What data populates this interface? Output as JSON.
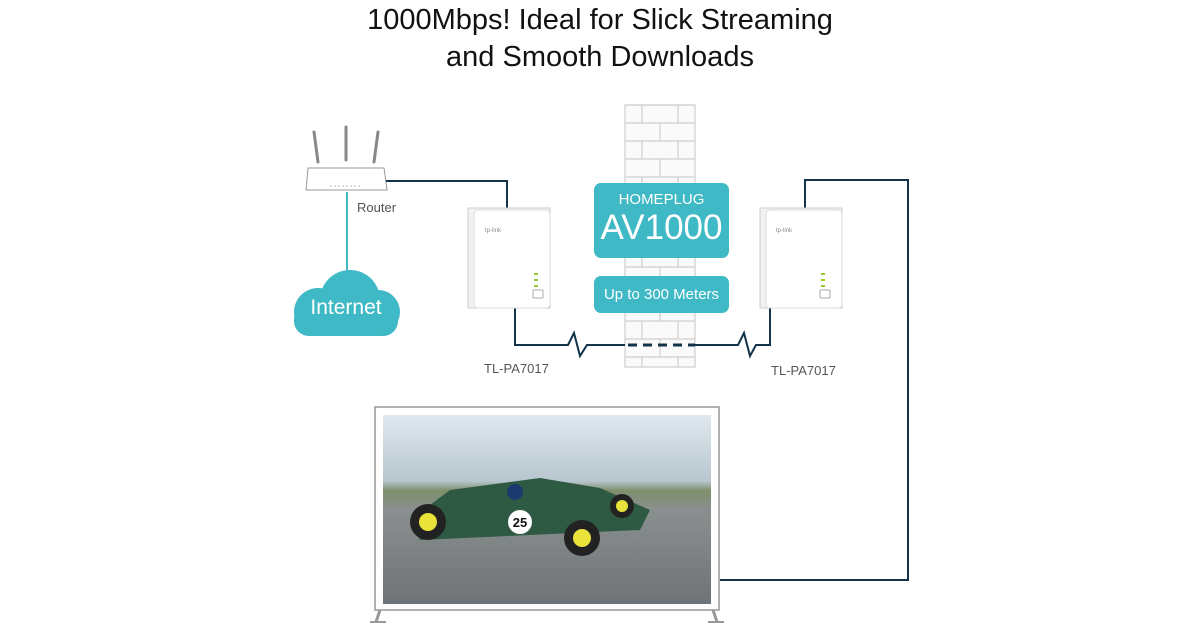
{
  "title": {
    "line1": "1000Mbps! Ideal for Slick Streaming",
    "line2": "and Smooth Downloads"
  },
  "router": {
    "label": "Router"
  },
  "internet": {
    "label": "Internet"
  },
  "homeplug": {
    "top": "HOMEPLUG",
    "main": "AV1000",
    "range": "Up to 300 Meters"
  },
  "adapters": [
    {
      "model": "TL-PA7017"
    },
    {
      "model": "TL-PA7017"
    }
  ],
  "tv": {
    "car_number": "25"
  },
  "colors": {
    "teal": "#3fb9c5",
    "line": "#12344a"
  }
}
